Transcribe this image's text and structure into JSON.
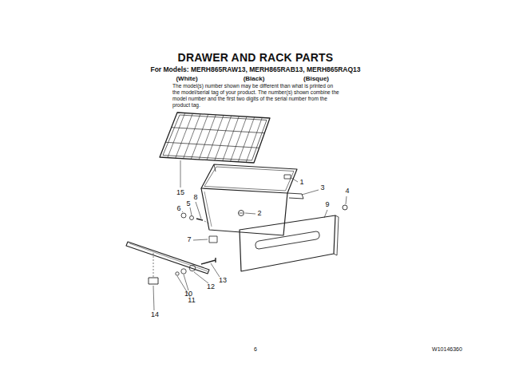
{
  "diagram": {
    "title": "DRAWER AND RACK PARTS",
    "labels": [
      "For Models: MERH865RAW13, MERH865RAB13, MERH865RAQ13",
      "(White)",
      "(Black)",
      "(Bisque)",
      "The model(s) number shown may be different than what is printed on the model/serial tag of your product. The number(s) shown combine the model number and the first two digits of the serial number from the product tag.",
      "1",
      "2",
      "3",
      "4",
      "5",
      "6",
      "7",
      "8",
      "9",
      "10",
      "11",
      "12",
      "13",
      "14",
      "15",
      "6",
      "W10146360"
    ]
  }
}
